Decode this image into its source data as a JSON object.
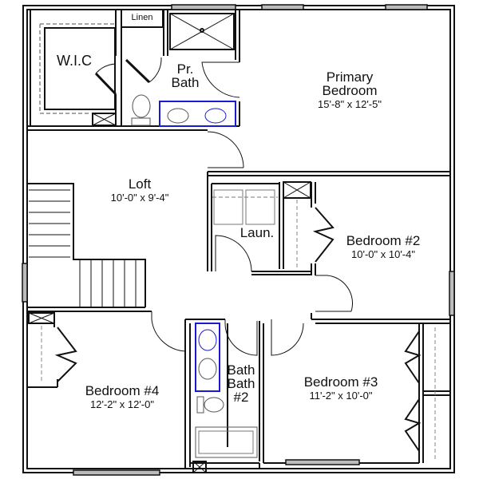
{
  "plan": {
    "rooms": [
      {
        "id": "wic",
        "name": "W.I.C",
        "dims": ""
      },
      {
        "id": "linen",
        "name": "Linen",
        "dims": ""
      },
      {
        "id": "primary-bath",
        "name_line1": "Pr.",
        "name_line2": "Bath",
        "dims": ""
      },
      {
        "id": "primary-bedroom",
        "name_line1": "Primary",
        "name_line2": "Bedroom",
        "dims": "15'-8\" x 12'-5\""
      },
      {
        "id": "loft",
        "name": "Loft",
        "dims": "10'-0\" x 9'-4\""
      },
      {
        "id": "laundry",
        "name": "Laun.",
        "dims": ""
      },
      {
        "id": "bedroom-2",
        "name": "Bedroom #2",
        "dims": "10'-0\" x 10'-4\""
      },
      {
        "id": "bedroom-4",
        "name": "Bedroom #4",
        "dims": "12'-2\" x 12'-0\""
      },
      {
        "id": "bath-2",
        "name_line1": "Bath",
        "name_line2": "Bath",
        "name_line3": "#2",
        "dims": ""
      },
      {
        "id": "bedroom-3",
        "name": "Bedroom #3",
        "dims": "11'-2\" x 10'-0\""
      }
    ],
    "colors": {
      "wall": "#111111",
      "fixture_accent": "#1a1ad0",
      "fixture": "#555555"
    }
  }
}
